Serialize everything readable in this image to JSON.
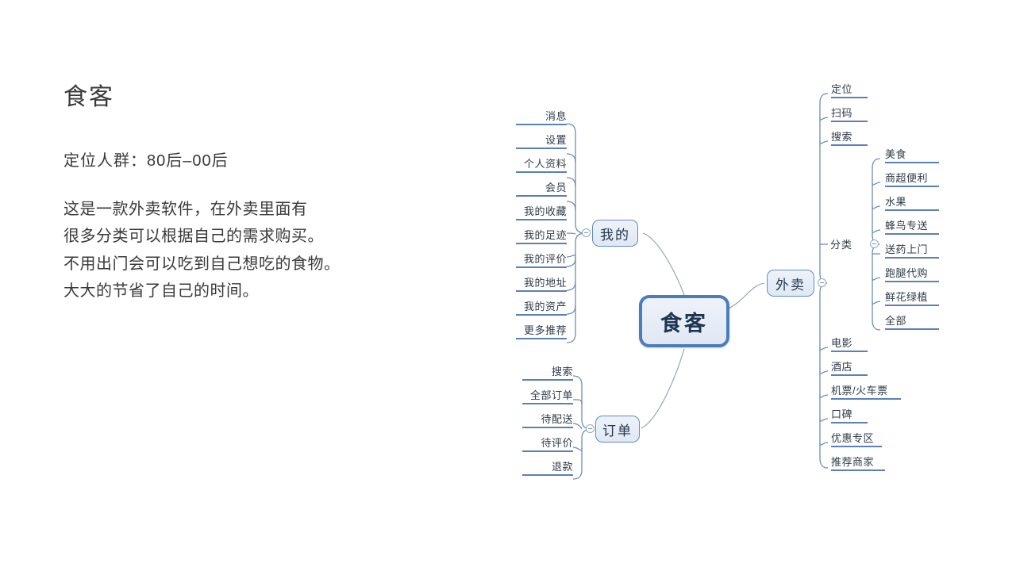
{
  "description": {
    "title": "食客",
    "subtitle": "定位人群：80后–00后",
    "body_lines": [
      "这是一款外卖软件，在外卖里面有",
      "很多分类可以根据自己的需求购买。",
      "不用出门会可以吃到自己想吃的食物。",
      "大大的节省了自己的时间。"
    ]
  },
  "mindmap": {
    "root": {
      "label": "食客"
    },
    "branches": {
      "mine": {
        "label": "我的",
        "children": [
          "消息",
          "设置",
          "个人资料",
          "会员",
          "我的收藏",
          "我的足迹",
          "我的评价",
          "我的地址",
          "我的资产",
          "更多推荐"
        ]
      },
      "orders": {
        "label": "订单",
        "children": [
          "搜索",
          "全部订单",
          "待配送",
          "待评价",
          "退款"
        ]
      },
      "takeout": {
        "label": "外卖",
        "children_top": [
          "定位",
          "扫码",
          "搜索"
        ],
        "category": {
          "label": "分类",
          "children": [
            "美食",
            "商超便利",
            "水果",
            "蜂鸟专送",
            "送药上门",
            "跑腿代购",
            "鲜花绿植",
            "全部"
          ]
        },
        "children_bottom": [
          "电影",
          "酒店",
          "机票/火车票",
          "口碑",
          "优惠专区",
          "推荐商家"
        ]
      }
    },
    "icons": {
      "collapse": "collapse-minus-icon"
    },
    "colors": {
      "node_border": "#5f8cc4",
      "root_border": "#4a7ebb",
      "node_fill": "#e4ecf7",
      "leaf_underline": "#5b7fb8",
      "connector": "#8d9db5"
    }
  }
}
